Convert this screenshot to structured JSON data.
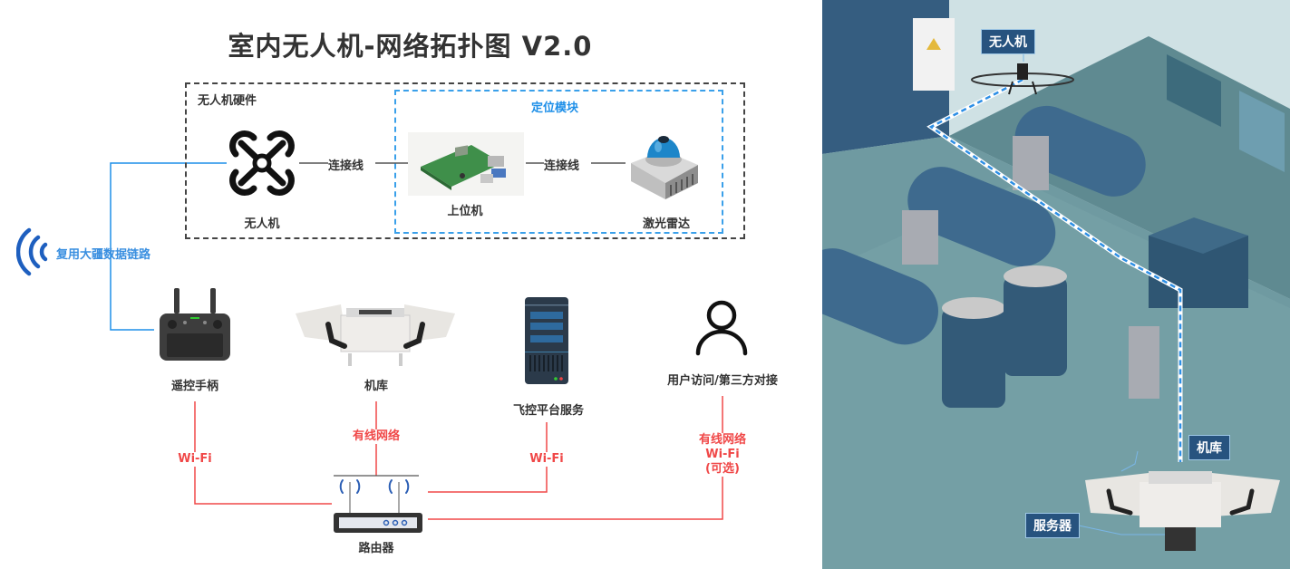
{
  "title": "室内无人机-网络拓扑图 V2.0",
  "colors": {
    "wired_red": "#f04848",
    "link_blue": "#1e8fe8",
    "hw_box_border": "#444444",
    "pos_box_border": "#3aa0ea",
    "tag_bg": "#27537f",
    "scene_floor": "#6f9aa1"
  },
  "hardware_group": {
    "label": "无人机硬件",
    "drone": {
      "label": "无人机",
      "icon": "drone-icon"
    },
    "positioning_module": {
      "label": "定位模块",
      "host": {
        "label": "上位机",
        "icon": "raspberry-pi-board-icon"
      },
      "lidar": {
        "label": "激光雷达",
        "icon": "lidar-sensor-icon"
      }
    },
    "connections": [
      "连接线",
      "连接线"
    ]
  },
  "dji_link": {
    "label": "复用大疆数据链路",
    "icon": "wireless-signal-icon"
  },
  "devices": [
    {
      "id": "remote",
      "label": "遥控手柄",
      "icon": "remote-controller-icon",
      "link": "Wi-Fi"
    },
    {
      "id": "hangar",
      "label": "机库",
      "icon": "hangar-icon",
      "link": "有线网络"
    },
    {
      "id": "server",
      "label": "飞控平台服务",
      "icon": "server-icon",
      "link": "Wi-Fi"
    },
    {
      "id": "user",
      "label": "用户访问/第三方对接",
      "icon": "user-icon",
      "link_lines": [
        "有线网络",
        "Wi-Fi",
        "(可选)"
      ]
    }
  ],
  "router": {
    "label": "路由器",
    "icon": "router-icon"
  },
  "scene": {
    "tags": {
      "drone": "无人机",
      "hangar": "机库",
      "server": "服务器"
    }
  }
}
